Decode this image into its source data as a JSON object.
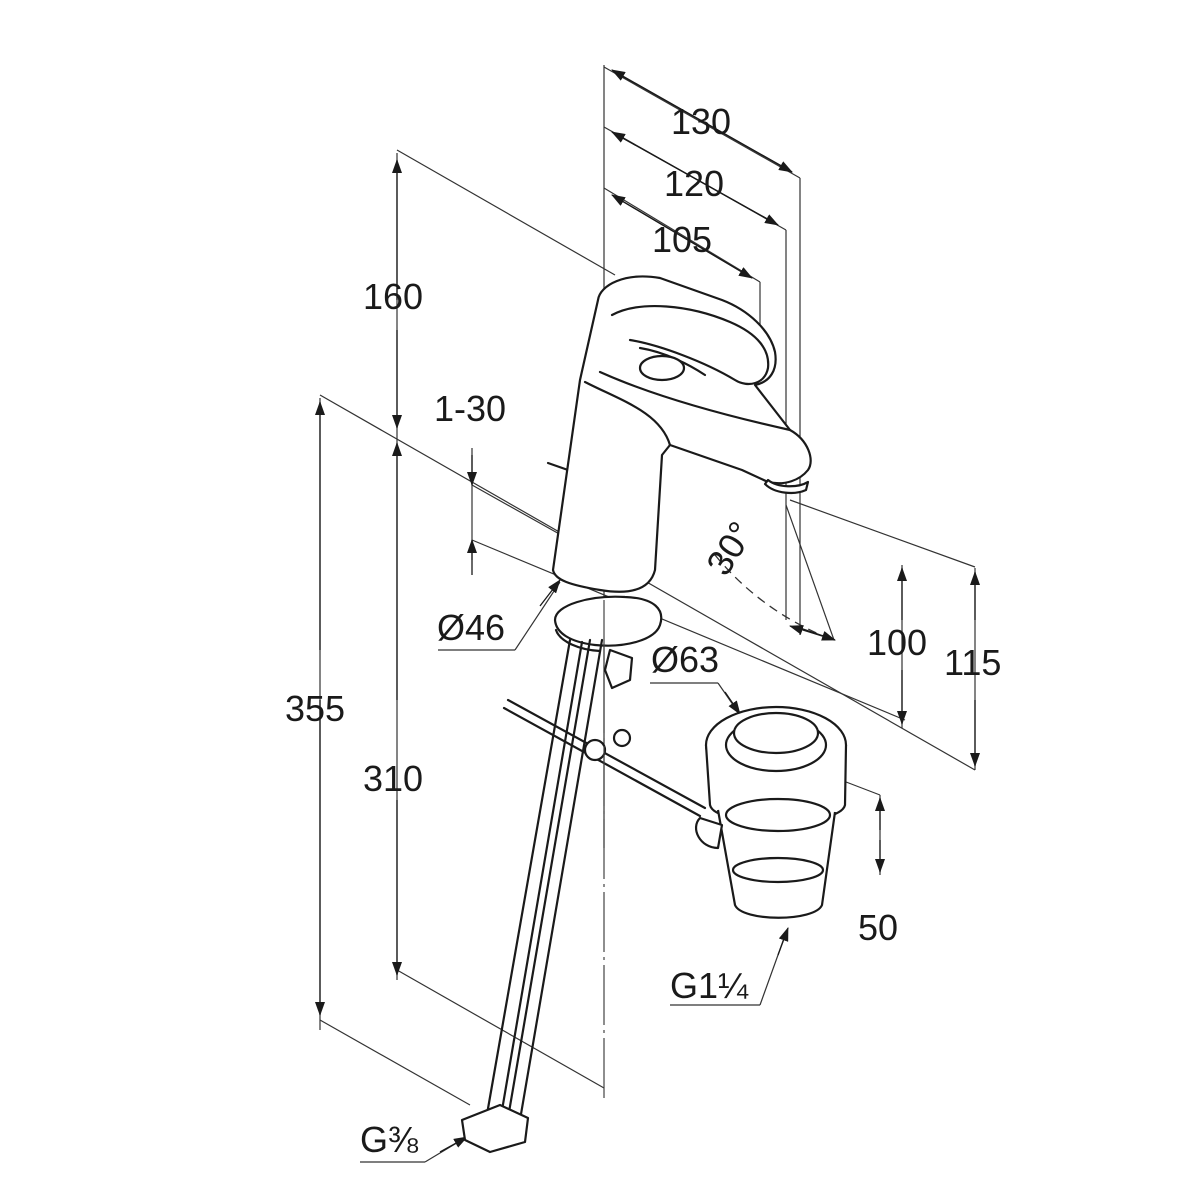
{
  "drawing": {
    "dimensions": {
      "d130": "130",
      "d120": "120",
      "d105": "105",
      "d160": "160",
      "d1_30": "1-30",
      "d355": "355",
      "d310": "310",
      "d30deg": "30°",
      "d100": "100",
      "d115": "115",
      "dia46": "Ø46",
      "dia63": "Ø63",
      "d50": "50",
      "g114": "G1¼",
      "g38": "G⅜"
    }
  }
}
